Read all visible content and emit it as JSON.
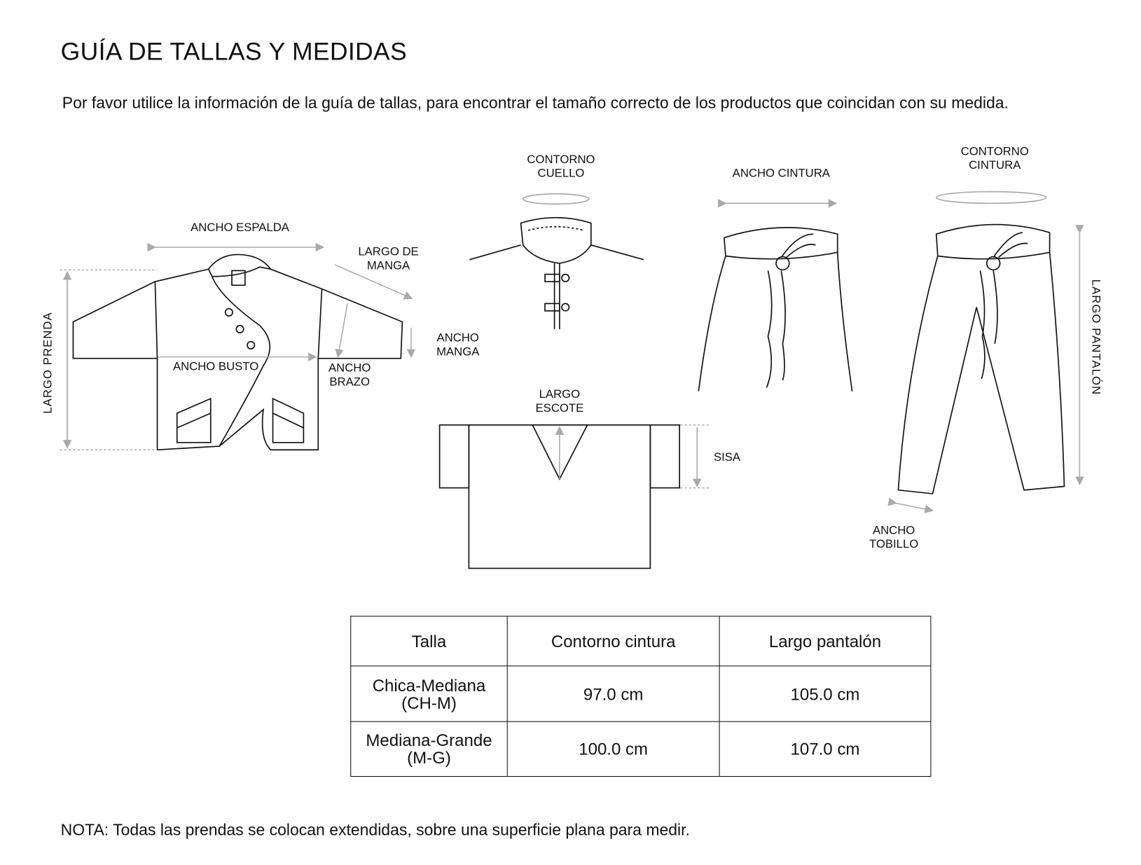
{
  "title": "GUÍA DE TALLAS Y MEDIDAS",
  "intro": "Por favor utilice la información de la guía de tallas, para encontrar el tamaño correcto de los productos que coincidan con su medida.",
  "labels": {
    "ancho_espalda": "ANCHO ESPALDA",
    "largo_manga": "LARGO DE MANGA",
    "largo_prenda": "LARGO PRENDA",
    "ancho_manga": "ANCHO MANGA",
    "ancho_busto": "ANCHO BUSTO",
    "ancho_brazo": "ANCHO BRAZO",
    "contorno_cuello": "CONTORNO CUELLO",
    "largo_escote": "LARGO ESCOTE",
    "sisa": "SISA",
    "ancho_cintura": "ANCHO CINTURA",
    "contorno_cintura": "CONTORNO CINTURA",
    "largo_pantalon": "LARGO PANTALÓN",
    "ancho_tobillo": "ANCHO TOBILLO"
  },
  "table": {
    "headers": [
      "Talla",
      "Contorno cintura",
      "Largo pantalón"
    ],
    "rows": [
      [
        "Chica-Mediana (CH-M)",
        "97.0 cm",
        "105.0 cm"
      ],
      [
        "Mediana-Grande (M-G)",
        "100.0 cm",
        "107.0 cm"
      ]
    ]
  },
  "note": "NOTA: Todas las prendas se colocan extendidas, sobre una superficie plana para medir."
}
